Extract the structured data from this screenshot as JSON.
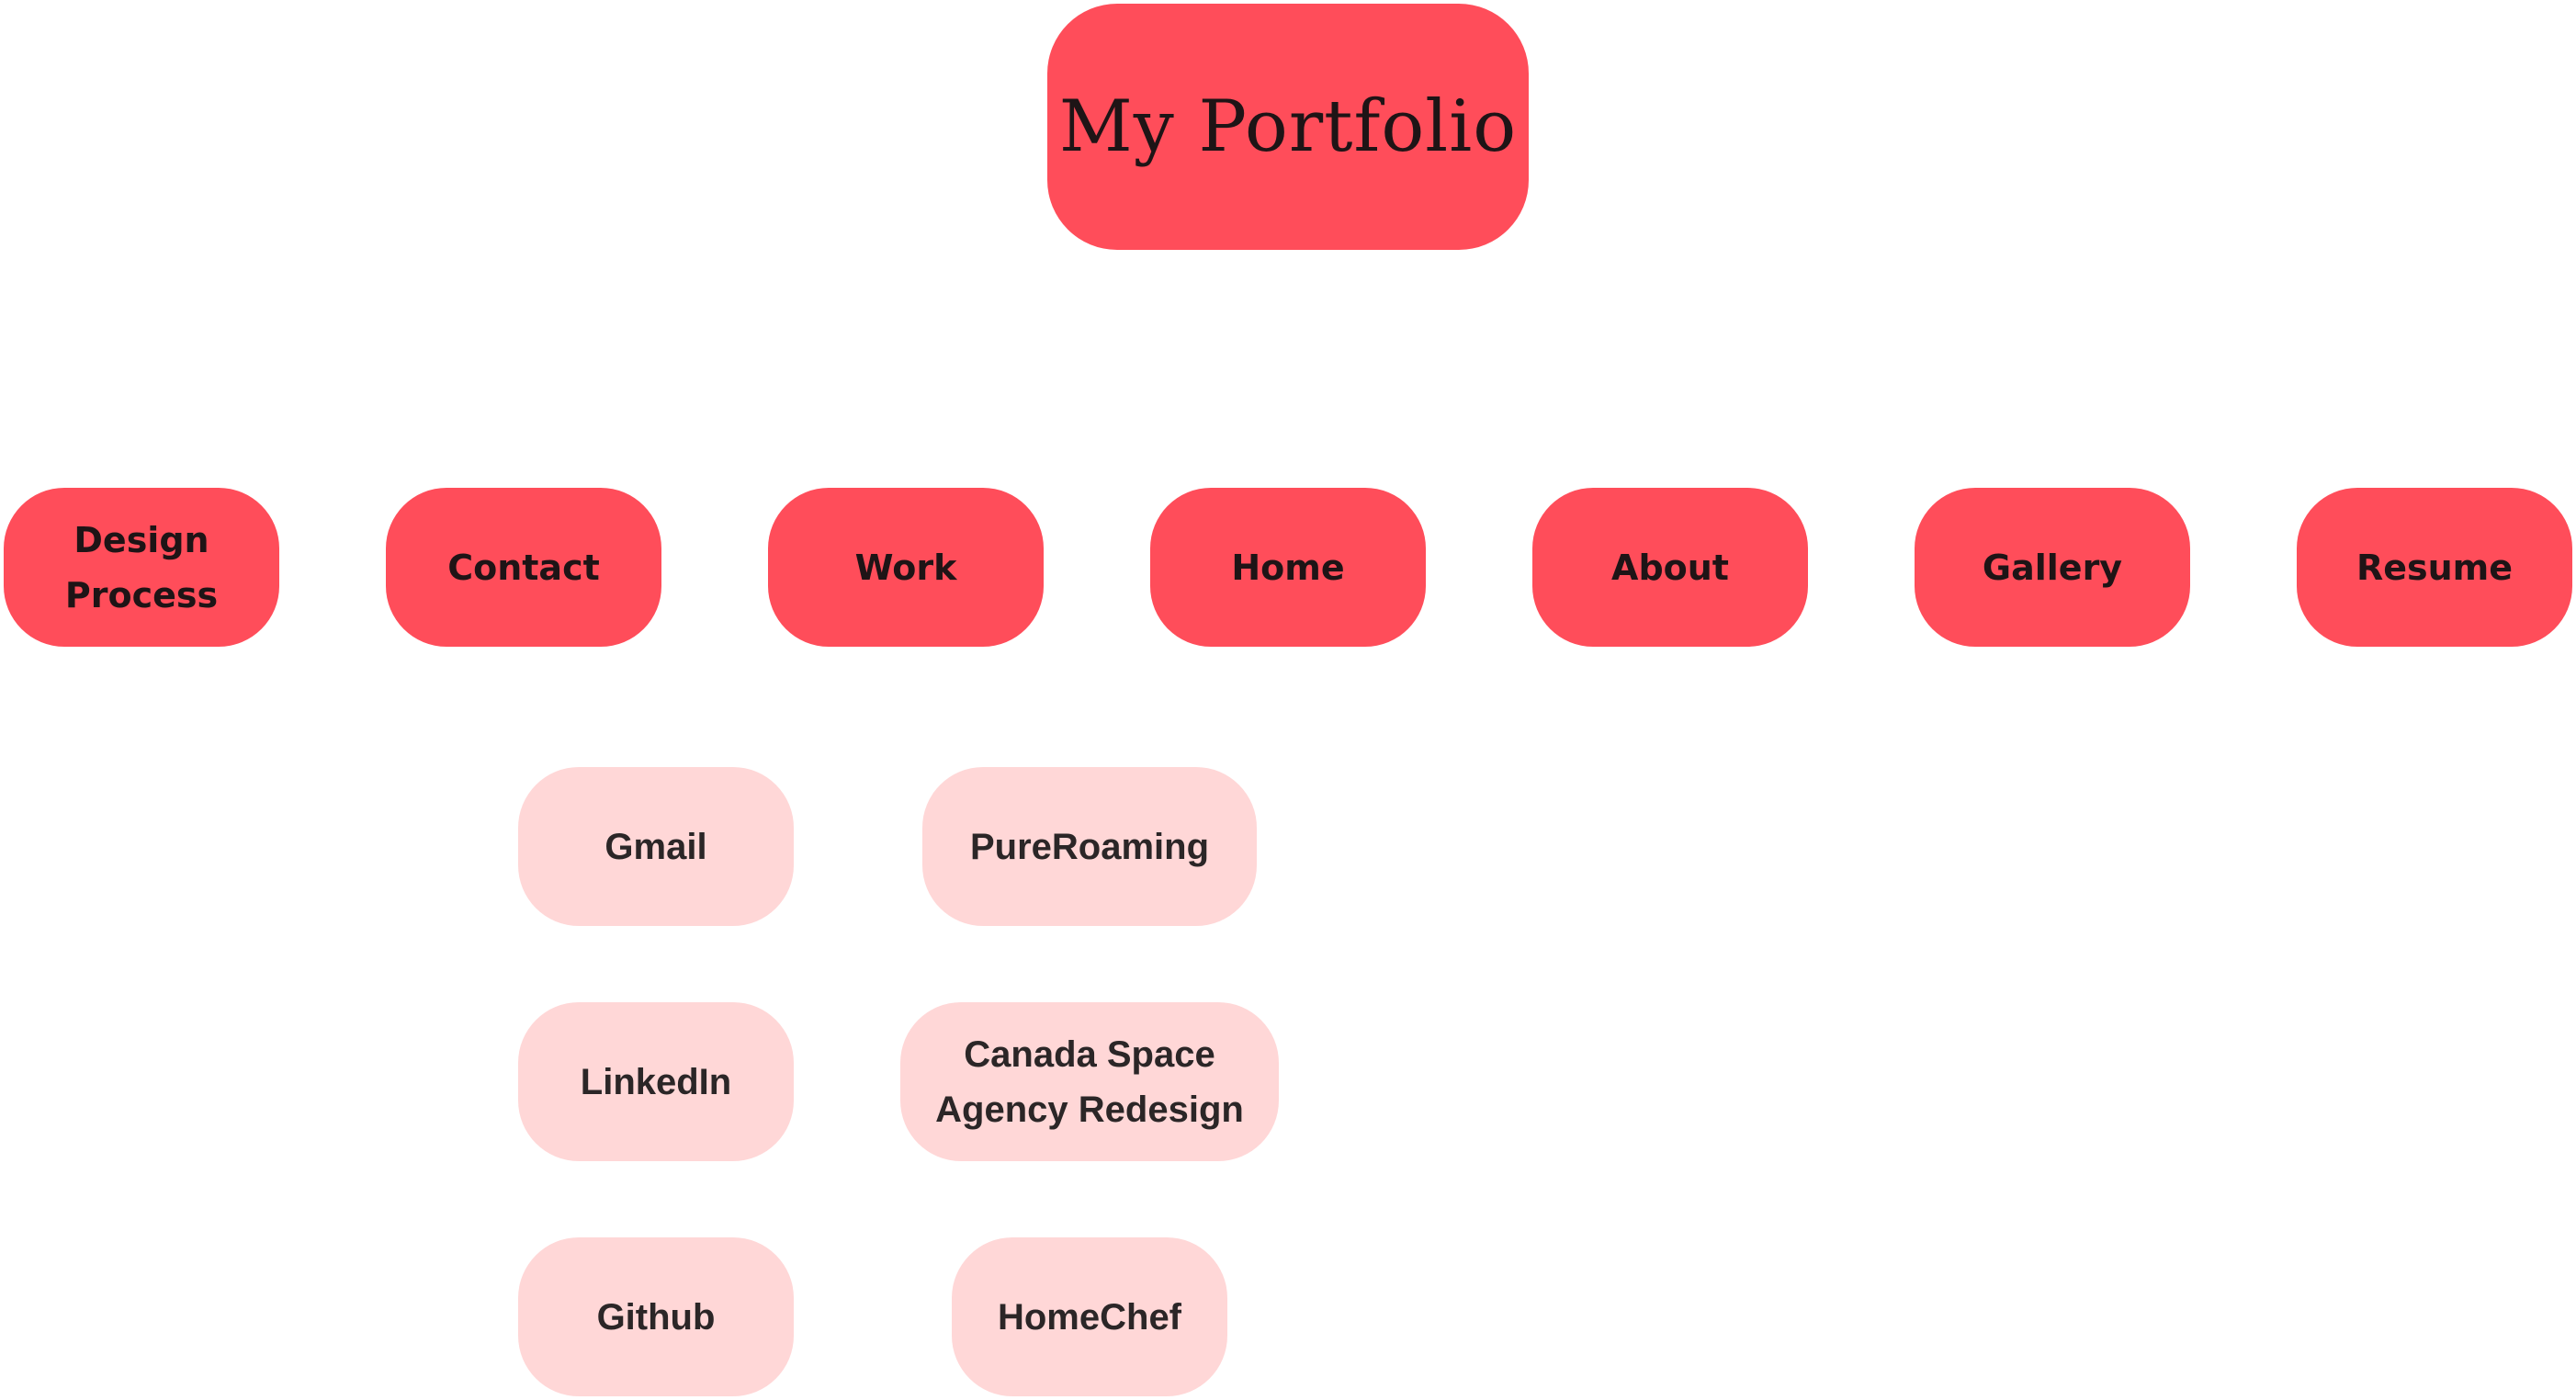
{
  "colors": {
    "primary_node": "#ff4d5a",
    "secondary_node": "#ffd7d7",
    "text": "#1e1416",
    "secondary_text": "#2b2627"
  },
  "root": {
    "label": "My Portfolio"
  },
  "pages": [
    {
      "label": "Design\nProcess"
    },
    {
      "label": "Contact"
    },
    {
      "label": "Work"
    },
    {
      "label": "Home"
    },
    {
      "label": "About"
    },
    {
      "label": "Gallery"
    },
    {
      "label": "Resume"
    }
  ],
  "contact_children": [
    {
      "label": "Gmail"
    },
    {
      "label": "LinkedIn"
    },
    {
      "label": "Github"
    }
  ],
  "work_children": [
    {
      "label": "PureRoaming"
    },
    {
      "label": "Canada Space\nAgency Redesign"
    },
    {
      "label": "HomeChef"
    }
  ]
}
